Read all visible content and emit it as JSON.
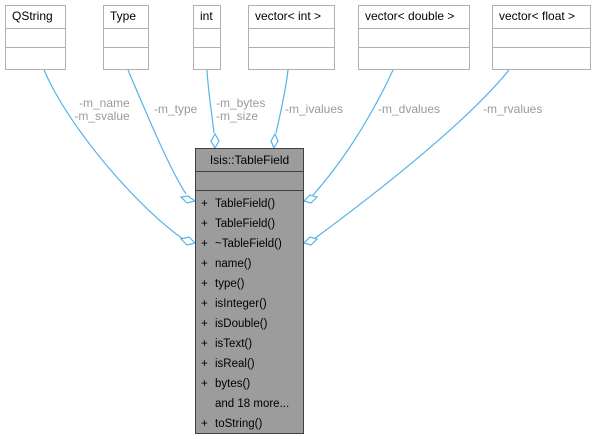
{
  "diagram": {
    "edge_color": "#56b4e9",
    "classes": [
      {
        "id": "qstring",
        "name": "QString"
      },
      {
        "id": "type",
        "name": "Type"
      },
      {
        "id": "int",
        "name": "int"
      },
      {
        "id": "vector-int",
        "name": "vector< int >"
      },
      {
        "id": "vector-double",
        "name": "vector< double >"
      },
      {
        "id": "vector-float",
        "name": "vector< float >"
      }
    ],
    "main_class": {
      "name": "Isis::TableField",
      "methods": [
        {
          "vis": "+",
          "name": "TableField()"
        },
        {
          "vis": "+",
          "name": "TableField()"
        },
        {
          "vis": "+",
          "name": "~TableField()"
        },
        {
          "vis": "+",
          "name": "name()"
        },
        {
          "vis": "+",
          "name": "type()"
        },
        {
          "vis": "+",
          "name": "isInteger()"
        },
        {
          "vis": "+",
          "name": "isDouble()"
        },
        {
          "vis": "+",
          "name": "isText()"
        },
        {
          "vis": "+",
          "name": "isReal()"
        },
        {
          "vis": "+",
          "name": "bytes()"
        },
        {
          "vis": "",
          "name": "and 18 more..."
        },
        {
          "vis": "+",
          "name": "toString()"
        }
      ]
    },
    "edge_labels": {
      "qstring": "-m_name\n-m_svalue",
      "type": "-m_type",
      "int": "-m_bytes\n-m_size",
      "vector_int": "-m_ivalues",
      "vector_double": "-m_dvalues",
      "vector_float": "-m_rvalues"
    }
  }
}
